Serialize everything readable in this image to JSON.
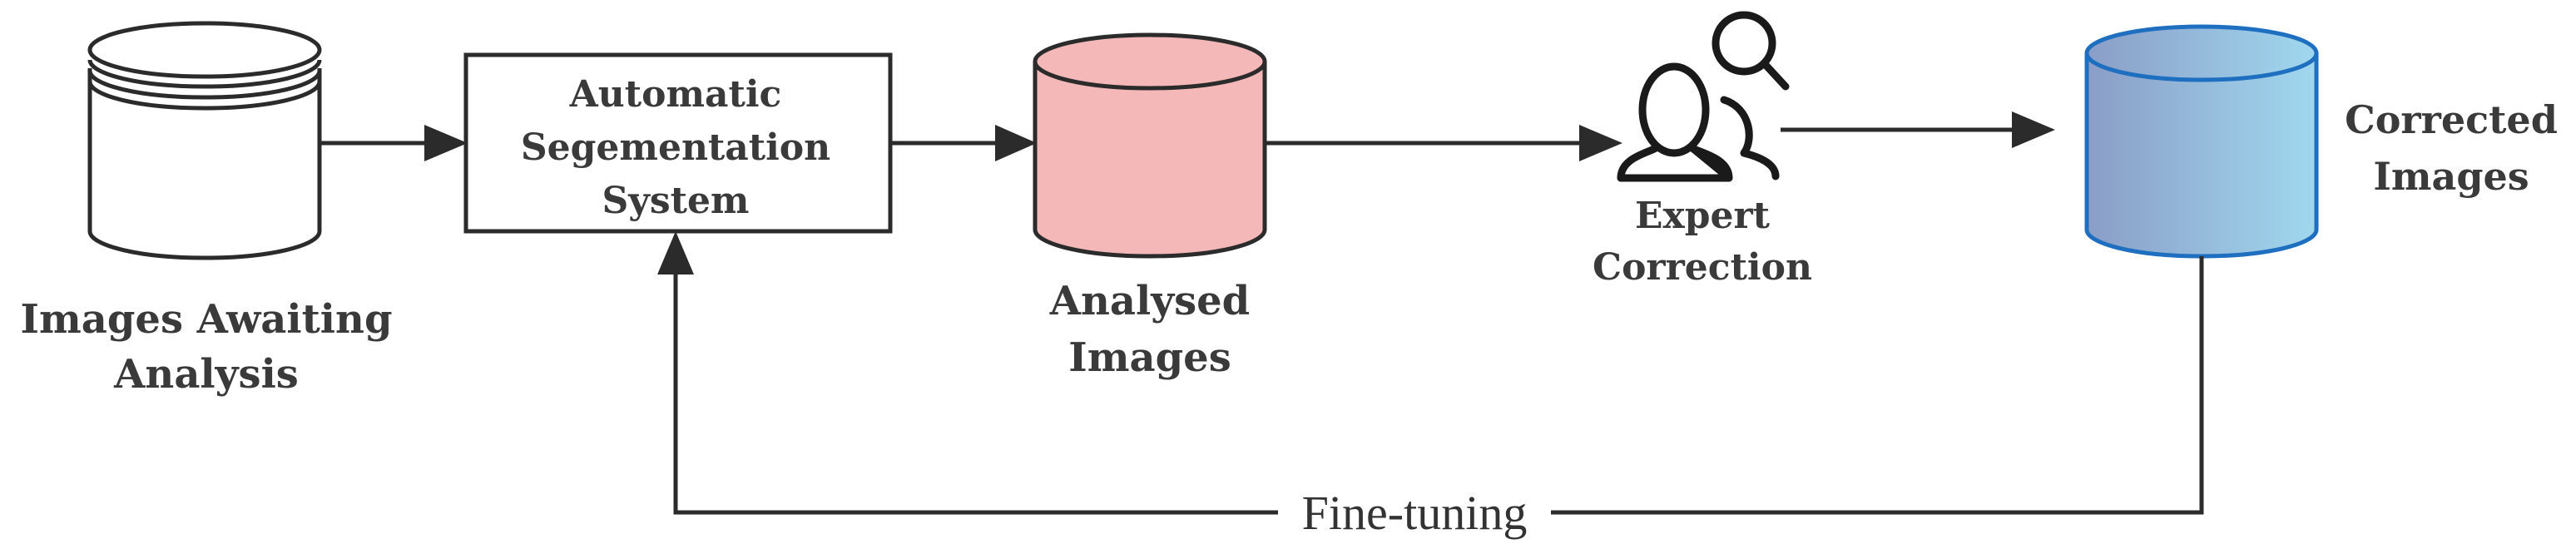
{
  "diagram": {
    "nodes": {
      "images_awaiting": {
        "line1": "Images Awaiting",
        "line2": "Analysis"
      },
      "segmentation": {
        "line1": "Automatic",
        "line2": "Segementation",
        "line3": "System"
      },
      "analysed": {
        "line1": "Analysed",
        "line2": "Images"
      },
      "expert": {
        "line1": "Expert",
        "line2": "Correction"
      },
      "corrected": {
        "line1": "Corrected",
        "line2": "Images"
      }
    },
    "edges": {
      "fine_tuning": "Fine-tuning"
    },
    "colors": {
      "stroke": "#2b2b2b",
      "analysed_fill": "#f5b8b8",
      "corrected_gradient_start": "#8a9dc6",
      "corrected_gradient_end": "#9fd7ee",
      "corrected_stroke": "#1f6fc0"
    }
  }
}
